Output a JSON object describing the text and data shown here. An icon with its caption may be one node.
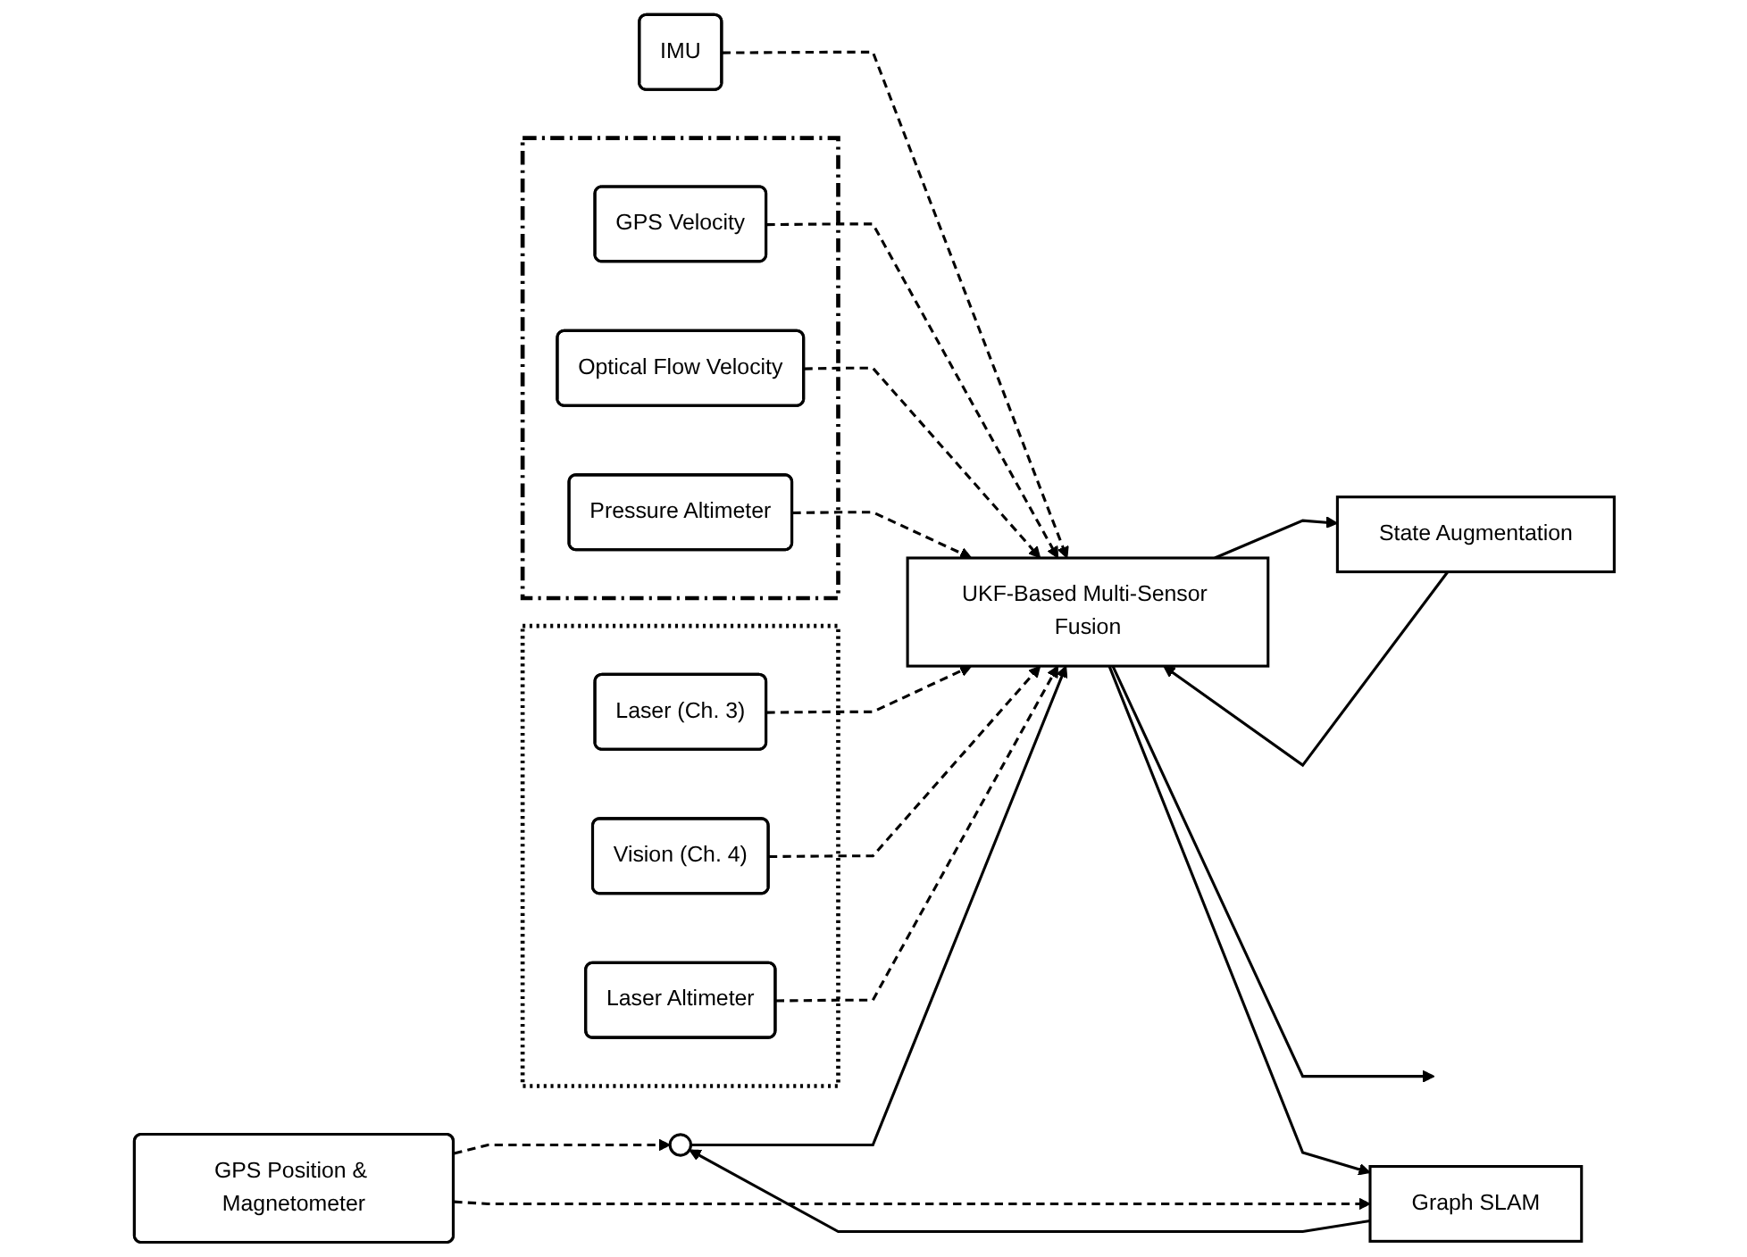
{
  "diagram": {
    "nodes": [
      {
        "text": [
          "IMU"
        ]
      },
      {
        "text": [],
        "shape": "box"
      },
      {
        "text": [
          "GPS Velocity"
        ],
        "in": 1
      },
      {
        "text": [
          "Optical Flow Velocity"
        ],
        "in": 1
      },
      {
        "text": [
          "Pressure Altimeter"
        ],
        "in": 1
      },
      {
        "text": [],
        "shape": "box"
      },
      {
        "text": [
          "Laser (Ch. 3)"
        ],
        "in": 5
      },
      {
        "text": [
          "Vision (Ch. 4)"
        ],
        "in": 5
      },
      {
        "text": [
          "Laser Altimeter"
        ],
        "in": 5
      },
      {
        "text": [
          "UKF-Based Multi-Sensor Fusion"
        ]
      },
      {
        "text": [
          "State Augmentation"
        ]
      },
      {
        "text": [],
        "shape": "circle"
      },
      {
        "text": [
          "Graph SLAM"
        ]
      },
      {
        "text": [
          "GPS Position & Magnetometer"
        ]
      }
    ],
    "edges": [
      {
        "from": 0,
        "to": 9,
        "arrow": "to",
        "style": "dashed"
      },
      {
        "from": 2,
        "to": 9,
        "arrow": "to",
        "style": "dashed"
      },
      {
        "from": 3,
        "to": 9,
        "arrow": "to",
        "style": "dashed"
      },
      {
        "from": 4,
        "to": 9,
        "arrow": "to",
        "style": "dashed"
      },
      {
        "from": 6,
        "to": 9,
        "arrow": "to",
        "style": "dashed"
      },
      {
        "from": 7,
        "to": 9,
        "arrow": "to",
        "style": "dashed"
      },
      {
        "from": 8,
        "to": 9,
        "arrow": "to",
        "style": "dashed"
      },
      {
        "from": 9,
        "to": 10,
        "arrow": "to"
      },
      {
        "from": 10,
        "to": 9,
        "arrow": "to"
      },
      {
        "from": 9,
        "to": null,
        "arrow": "to"
      },
      {
        "from": 9,
        "to": 12,
        "arrow": "to"
      },
      {
        "from": 12,
        "to": 11,
        "arrow": "to"
      },
      {
        "from": 11,
        "to": 9,
        "arrow": "to"
      },
      {
        "from": 13,
        "to": 11,
        "arrow": "to",
        "style": "dashed"
      },
      {
        "from": 13,
        "to": 12,
        "arrow": "to",
        "style": "dashed"
      }
    ]
  }
}
